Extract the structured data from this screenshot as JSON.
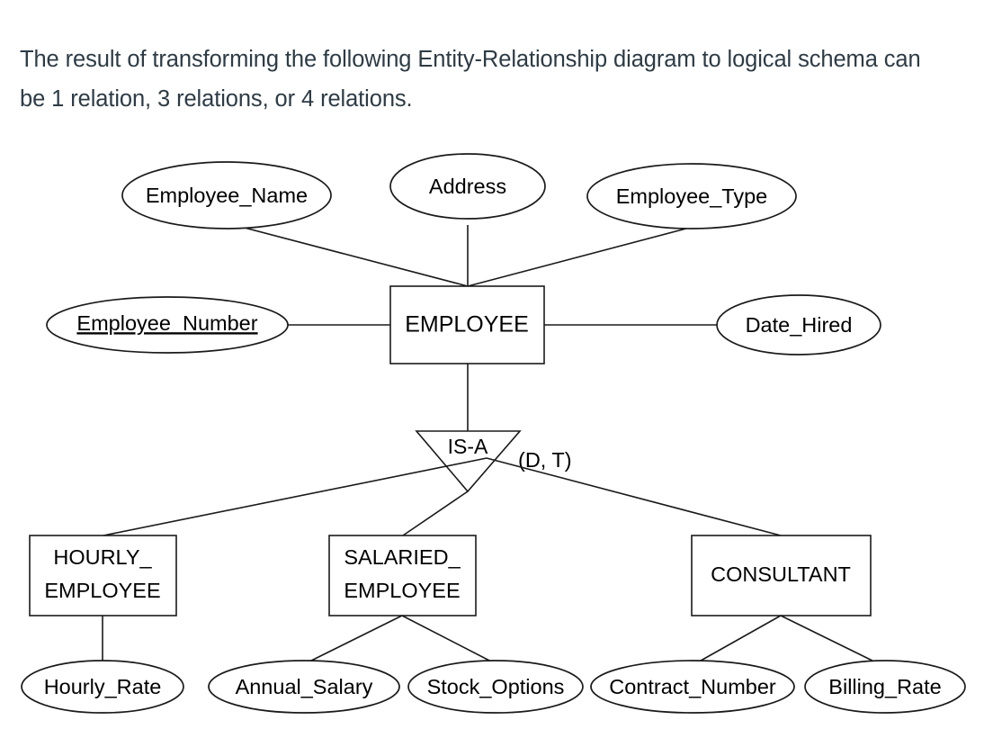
{
  "question": {
    "text": "The result of transforming the following Entity-Relationship diagram to logical schema can be 1 relation, 3 relations, or 4 relations."
  },
  "colors": {
    "text": "#2d3b45",
    "diagram_stroke": "#1a1a1a",
    "diagram_fill": "#ffffff",
    "background": "#ffffff"
  },
  "diagram": {
    "type": "entity-relationship",
    "supertype": {
      "name": "EMPLOYEE",
      "attributes": [
        {
          "name": "Employee_Name",
          "key": false
        },
        {
          "name": "Address",
          "key": false
        },
        {
          "name": "Employee_Type",
          "key": false
        },
        {
          "name": "Employee_Number",
          "key": true
        },
        {
          "name": "Date_Hired",
          "key": false
        }
      ]
    },
    "generalization": {
      "label": "IS-A",
      "constraint": "(D, T)"
    },
    "subtypes": [
      {
        "name_lines": [
          "HOURLY_",
          "EMPLOYEE"
        ],
        "attributes": [
          {
            "name": "Hourly_Rate",
            "key": false
          }
        ]
      },
      {
        "name_lines": [
          "SALARIED_",
          "EMPLOYEE"
        ],
        "attributes": [
          {
            "name": "Annual_Salary",
            "key": false
          },
          {
            "name": "Stock_Options",
            "key": false
          }
        ]
      },
      {
        "name_lines": [
          "CONSULTANT"
        ],
        "attributes": [
          {
            "name": "Contract_Number",
            "key": false
          },
          {
            "name": "Billing_Rate",
            "key": false
          }
        ]
      }
    ]
  }
}
